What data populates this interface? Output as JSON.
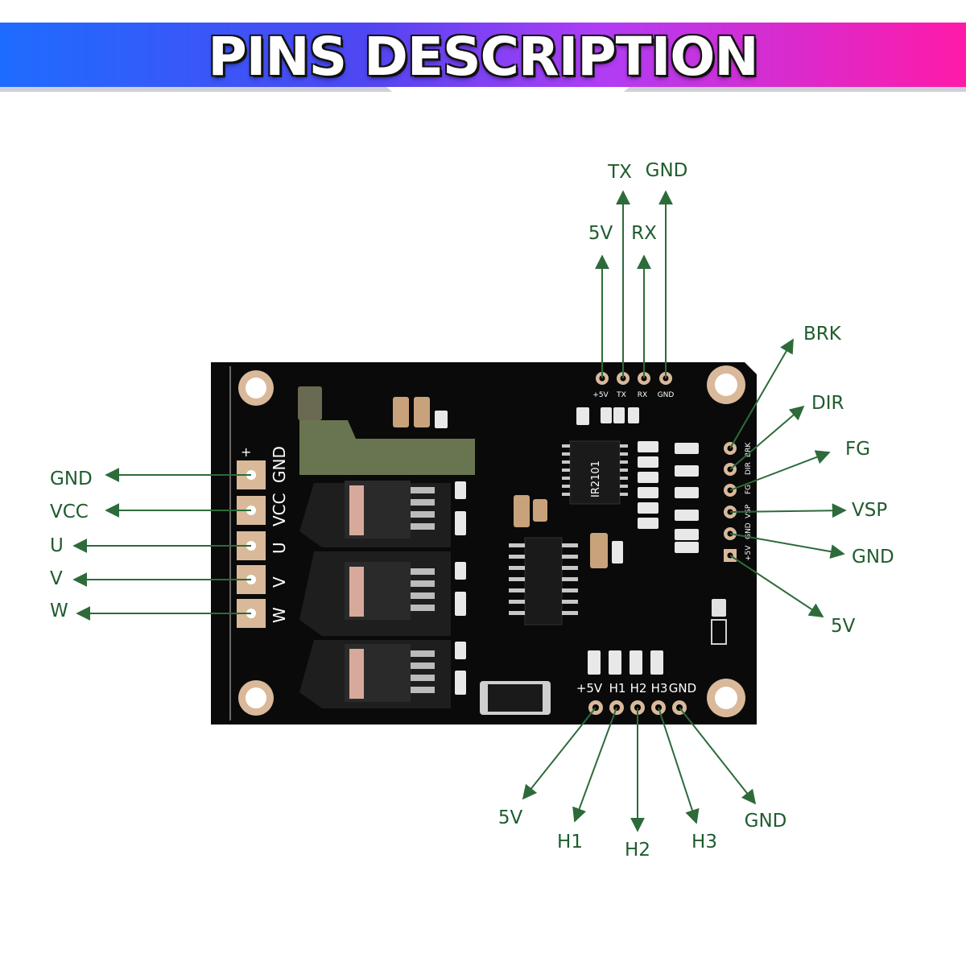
{
  "title": "PINS DESCRIPTION",
  "colors": {
    "label": "#1f5c2e",
    "arrow": "#2d6b3a",
    "pcb": "#0a0a0a",
    "copper_pad": "#d9b99a",
    "banner_gradient": [
      "#1e6cff",
      "#5b3cf0",
      "#c03aff",
      "#ff1aa8"
    ]
  },
  "callouts": {
    "left": [
      "GND",
      "VCC",
      "U",
      "V",
      "W"
    ],
    "top": [
      "5V",
      "TX",
      "RX",
      "GND"
    ],
    "right": [
      "BRK",
      "DIR",
      "FG",
      "VSP",
      "GND",
      "5V"
    ],
    "bottom": [
      "5V",
      "H1",
      "H2",
      "H3",
      "GND"
    ]
  },
  "silkscreen": {
    "power_block": [
      "+",
      "GND",
      "VCC",
      "U",
      "V",
      "W"
    ],
    "uart_header": [
      "+5V",
      "TX",
      "RX",
      "GND"
    ],
    "control_header": [
      "BRK",
      "DIR",
      "FG",
      "VSP",
      "GND",
      "+5V"
    ],
    "hall_header": [
      "+5V",
      "H1",
      "H2",
      "H3",
      "GND"
    ],
    "chip_marking": "IR2101"
  }
}
